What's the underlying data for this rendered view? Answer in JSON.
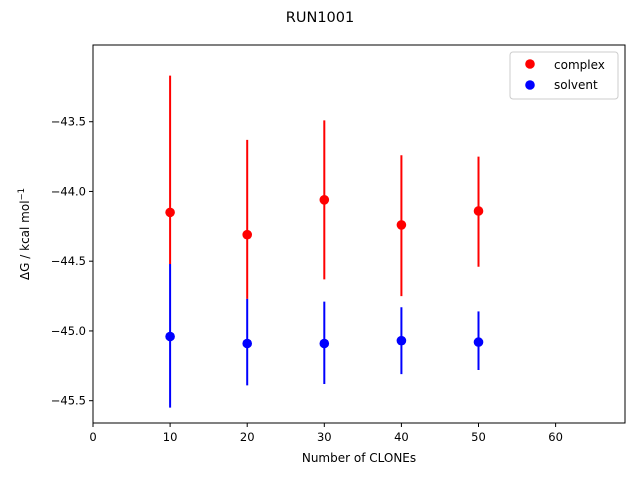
{
  "chart_data": {
    "type": "scatter",
    "title": "RUN1001",
    "xlabel": "Number of CLONEs",
    "ylabel_main": "ΔG / kcal mol",
    "ylabel_sup": "−1",
    "xlim": [
      0,
      69
    ],
    "ylim": [
      -45.66,
      -42.95
    ],
    "xticks": [
      0,
      10,
      20,
      30,
      40,
      50,
      60
    ],
    "xtick_labels": [
      "0",
      "10",
      "20",
      "30",
      "40",
      "50",
      "60"
    ],
    "yticks": [
      -45.5,
      -45.0,
      -44.5,
      -44.0,
      -43.5
    ],
    "ytick_labels": [
      "−45.5",
      "−45.0",
      "−44.5",
      "−44.0",
      "−43.5"
    ],
    "grid": false,
    "legend_position": "top-right",
    "series": [
      {
        "name": "complex",
        "color": "#ff0000",
        "x": [
          10,
          20,
          30,
          40,
          50
        ],
        "y": [
          -44.15,
          -44.31,
          -44.06,
          -44.24,
          -44.14
        ],
        "err_low": [
          -44.52,
          -44.77,
          -44.63,
          -44.75,
          -44.54
        ],
        "err_high": [
          -43.17,
          -43.63,
          -43.49,
          -43.74,
          -43.75
        ]
      },
      {
        "name": "solvent",
        "color": "#0000ff",
        "x": [
          10,
          20,
          30,
          40,
          50
        ],
        "y": [
          -45.04,
          -45.09,
          -45.09,
          -45.07,
          -45.08
        ],
        "err_low": [
          -45.55,
          -45.39,
          -45.38,
          -45.31,
          -45.28
        ],
        "err_high": [
          -44.52,
          -44.77,
          -44.79,
          -44.83,
          -44.86
        ]
      }
    ]
  }
}
